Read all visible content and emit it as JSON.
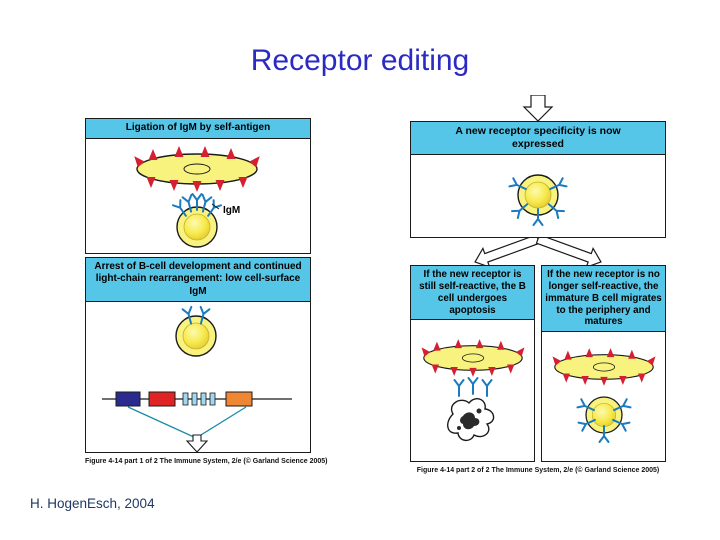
{
  "title": "Receptor editing",
  "attribution": "H. HogenEsch, 2004",
  "figure_left": {
    "panel1_header": "Ligation of IgM by self-antigen",
    "igm_label": "IgM",
    "panel2_header": "Arrest of B-cell development and continued light-chain rearrangement: low cell-surface IgM",
    "caption": "Figure 4-14 part 1 of 2  The Immune System, 2/e (© Garland Science 2005)"
  },
  "figure_right": {
    "panel1_header": "A new receptor specificity is now expressed",
    "branch_left_header": "If the new receptor is still self-reactive, the B cell undergoes apoptosis",
    "branch_right_header": "If the new receptor is no longer self-reactive, the immature B cell migrates to the periphery and matures",
    "caption": "Figure 4-14 part 2 of 2  The Immune System, 2/e (© Garland Science 2005)"
  },
  "colors": {
    "title_blue": "#2b2bc4",
    "panel_header_cyan": "#55c6e8",
    "cell_yellow": "#f8f37e",
    "antigen_spike_red": "#d42030",
    "receptor_blue": "#1a7bc0",
    "gene_segment_dark_blue": "#2b2b8f",
    "gene_segment_red": "#e02424",
    "gene_segment_cyan": "#9fd9ee",
    "gene_segment_orange": "#ef8633",
    "attribution_navy": "#1f3864"
  }
}
